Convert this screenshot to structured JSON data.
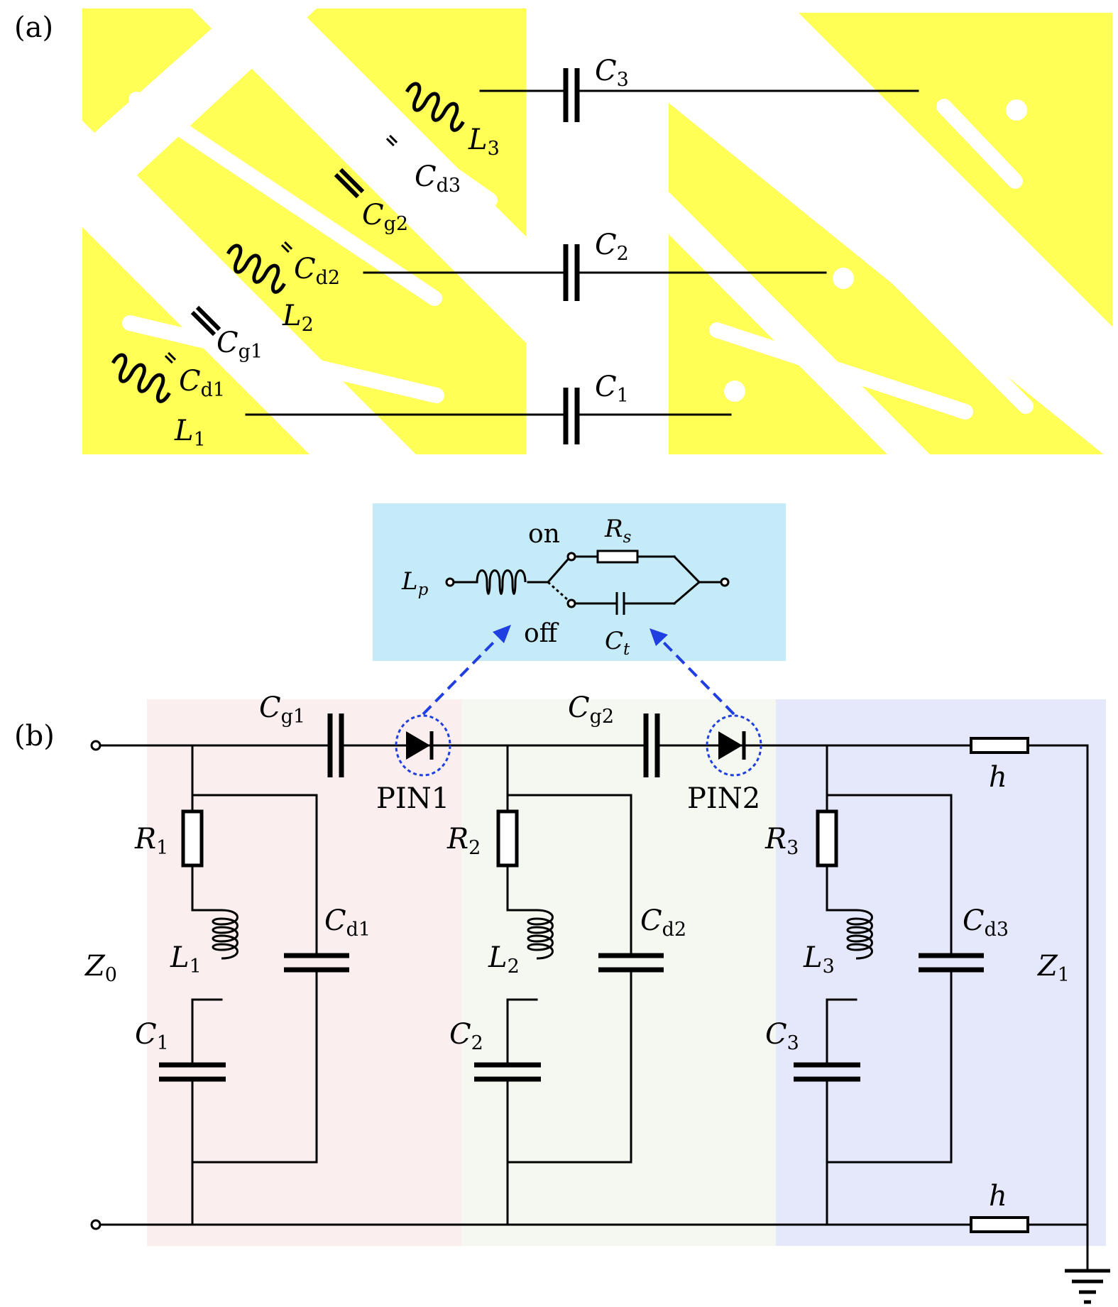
{
  "panel_labels": {
    "a": "(a)",
    "b": "(b)"
  },
  "colors": {
    "metal": "#ffff55",
    "inset_bg": "#c5ebf8",
    "section1_bg": "#fbeeee",
    "section2_bg": "#f4f8f0",
    "section3_bg": "#e5e8fb",
    "arrow": "#1f3fe0"
  },
  "panel_a": {
    "C3": {
      "main": "C",
      "sub": "3"
    },
    "C2": {
      "main": "C",
      "sub": "2"
    },
    "C1": {
      "main": "C",
      "sub": "1"
    },
    "L3": {
      "main": "L",
      "sub": "3"
    },
    "L2": {
      "main": "L",
      "sub": "2"
    },
    "L1": {
      "main": "L",
      "sub": "1"
    },
    "Cd3": {
      "main": "C",
      "sub": "d3"
    },
    "Cd2": {
      "main": "C",
      "sub": "d2"
    },
    "Cd1": {
      "main": "C",
      "sub": "d1"
    },
    "Cg2": {
      "main": "C",
      "sub": "g2"
    },
    "Cg1": {
      "main": "C",
      "sub": "g1"
    }
  },
  "inset": {
    "Lp": {
      "main": "L",
      "sub": "p"
    },
    "Rs": {
      "main": "R",
      "sub": "s"
    },
    "Ct": {
      "main": "C",
      "sub": "t"
    },
    "on": "on",
    "off": "off"
  },
  "panel_b": {
    "Z0": {
      "main": "Z",
      "sub": "0"
    },
    "Z1": {
      "main": "Z",
      "sub": "1"
    },
    "Cg1": {
      "main": "C",
      "sub": "g1"
    },
    "Cg2": {
      "main": "C",
      "sub": "g2"
    },
    "PIN1": "PIN1",
    "PIN2": "PIN2",
    "h_top": "h",
    "h_bottom": "h",
    "sections": [
      {
        "R": {
          "main": "R",
          "sub": "1"
        },
        "L": {
          "main": "L",
          "sub": "1"
        },
        "C": {
          "main": "C",
          "sub": "1"
        },
        "Cd": {
          "main": "C",
          "sub": "d1"
        }
      },
      {
        "R": {
          "main": "R",
          "sub": "2"
        },
        "L": {
          "main": "L",
          "sub": "2"
        },
        "C": {
          "main": "C",
          "sub": "2"
        },
        "Cd": {
          "main": "C",
          "sub": "d2"
        }
      },
      {
        "R": {
          "main": "R",
          "sub": "3"
        },
        "L": {
          "main": "L",
          "sub": "3"
        },
        "C": {
          "main": "C",
          "sub": "3"
        },
        "Cd": {
          "main": "C",
          "sub": "d3"
        }
      }
    ]
  }
}
